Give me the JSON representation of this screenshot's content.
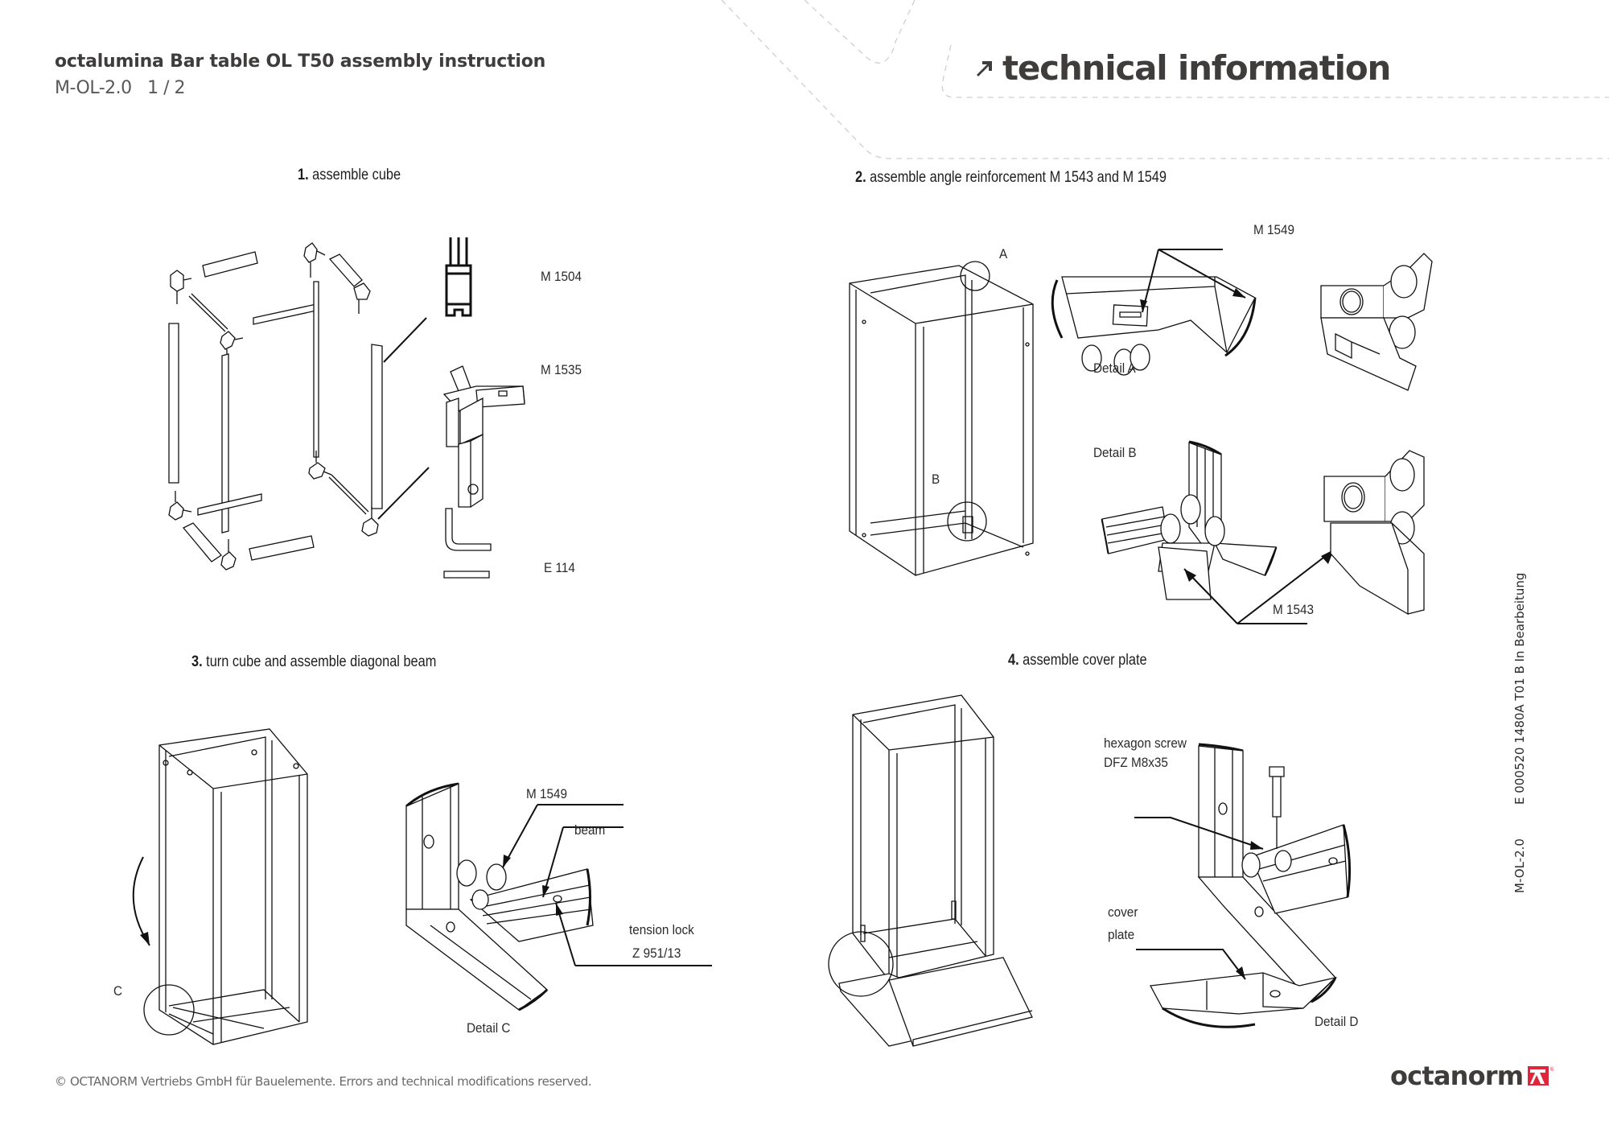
{
  "header": {
    "title": "octalumina Bar table OL T50 assembly instruction",
    "doc_code": "M-OL-2.0",
    "page": "1 / 2",
    "section_heading": "technical information",
    "section_icon": "arrow-up-right-icon"
  },
  "steps": [
    {
      "number": "1.",
      "title": "assemble cube",
      "labels": {
        "profile": "M 1504",
        "connector": "M 1535",
        "tool": "E 114"
      }
    },
    {
      "number": "2.",
      "title": "assemble angle reinforcement M 1543 and M 1549",
      "labels": {
        "detail_a_marker": "A",
        "detail_b_marker": "B",
        "detail_a": "Detail A",
        "detail_b": "Detail B",
        "part_top": "M 1549",
        "part_bottom": "M 1543"
      }
    },
    {
      "number": "3.",
      "title": "turn cube and assemble diagonal beam",
      "labels": {
        "detail_c_marker": "C",
        "detail_c": "Detail C",
        "part": "M 1549",
        "beam": "beam",
        "tension_lock": "tension lock",
        "tension_lock_code": "Z 951/13"
      }
    },
    {
      "number": "4.",
      "title": "assemble cover plate",
      "labels": {
        "detail_d": "Detail D",
        "screw_line1": "hexagon screw",
        "screw_line2": "DFZ M8x35",
        "cover_line1": "cover",
        "cover_line2": "plate"
      }
    }
  ],
  "sidebar": {
    "doc_code": "M-OL-2.0",
    "doc_ref": "E 000520 1480A T01 B In Bearbeitung"
  },
  "footer": {
    "copyright": "© OCTANORM Vertriebs GmbH für Bauelemente. Errors and technical modifications reserved.",
    "brand": "octanorm",
    "brand_mark": "®"
  },
  "colors": {
    "text": "#3f3c3c",
    "brand_red": "#e0263a",
    "dashed_decor": "#c8c8c8"
  }
}
